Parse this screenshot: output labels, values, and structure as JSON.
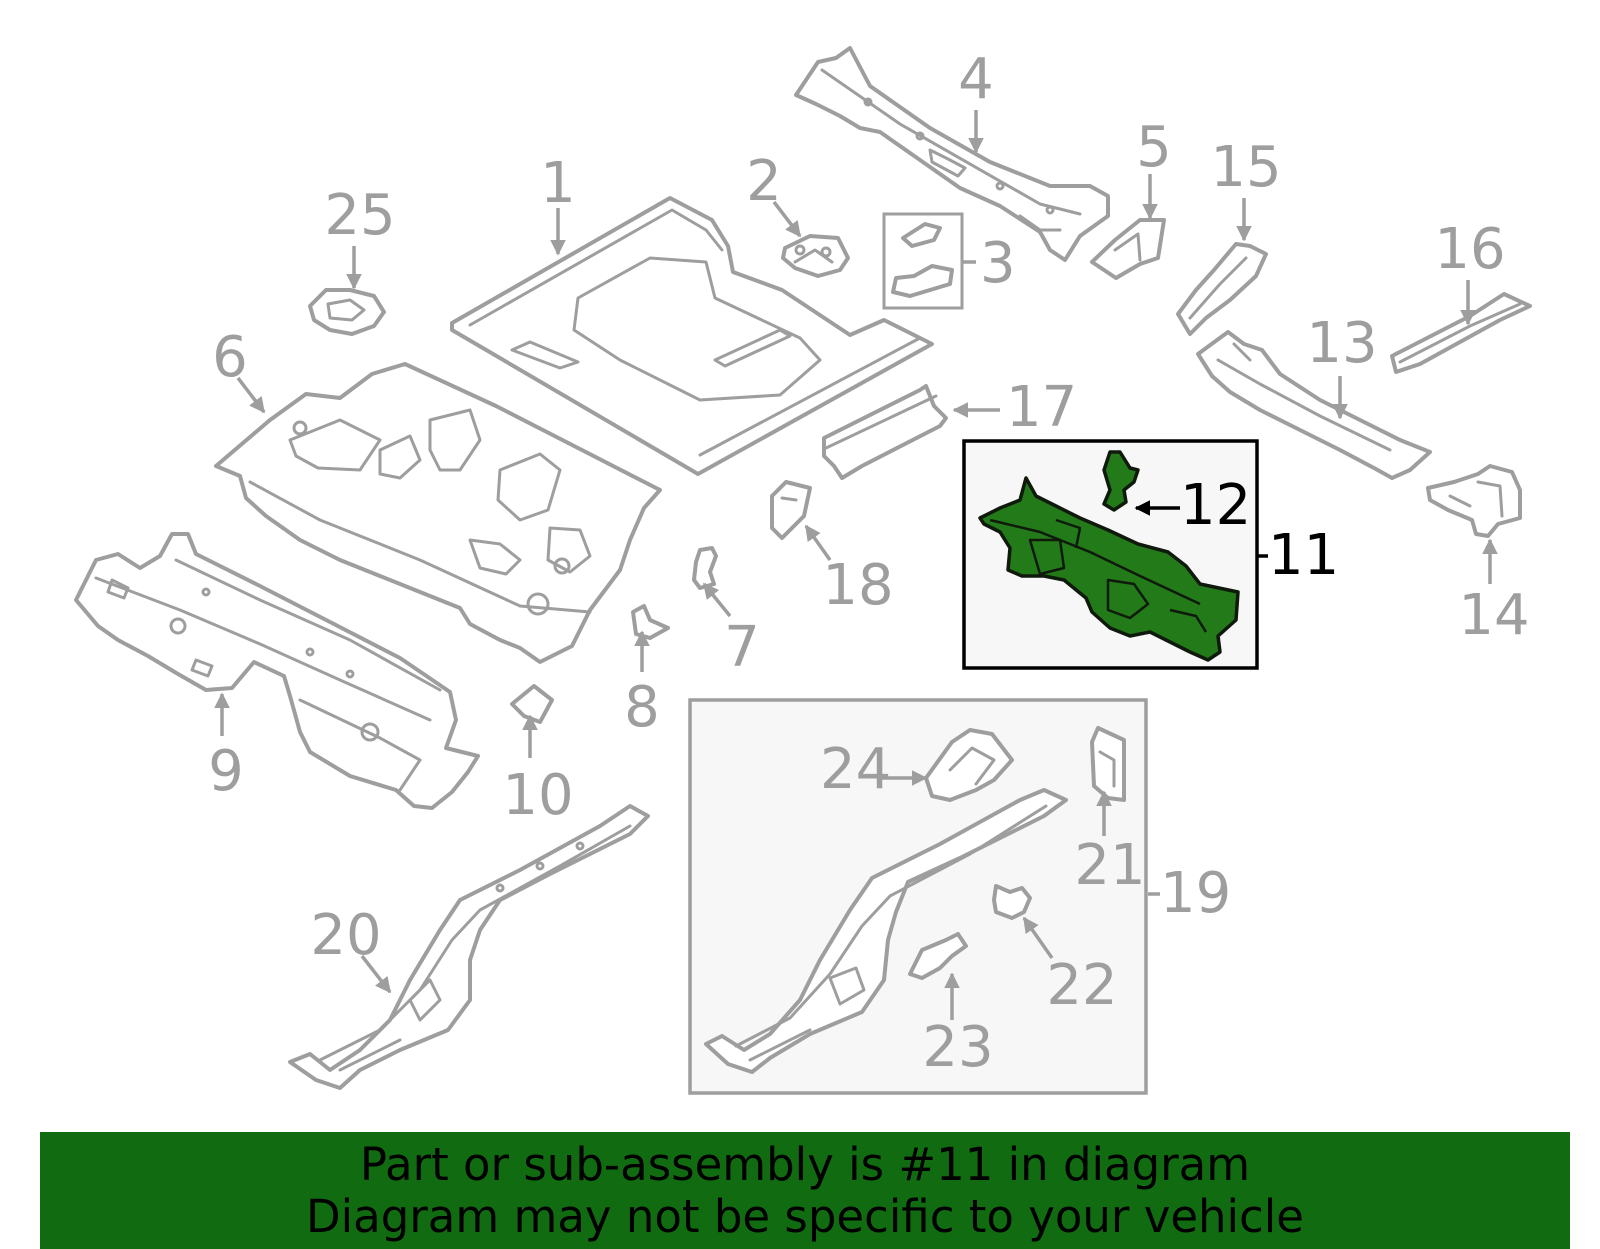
{
  "colors": {
    "line": "#9e9e9e",
    "highlight_fill": "#227a18",
    "highlight_label": "#000000",
    "banner_background": "#116b11",
    "banner_text": "#000000",
    "box_background": "#f7f7f7"
  },
  "highlighted_part": "11",
  "callouts": {
    "c1": "1",
    "c2": "2",
    "c3": "3",
    "c4": "4",
    "c5": "5",
    "c6": "6",
    "c7": "7",
    "c8": "8",
    "c9": "9",
    "c10": "10",
    "c11": "11",
    "c12": "12",
    "c13": "13",
    "c14": "14",
    "c15": "15",
    "c16": "16",
    "c17": "17",
    "c18": "18",
    "c19": "19",
    "c20": "20",
    "c21": "21",
    "c22": "22",
    "c23": "23",
    "c24": "24",
    "c25": "25"
  },
  "banner": {
    "line1": "Part or sub-assembly is #11 in diagram",
    "line2": "Diagram may not be specific to your vehicle"
  }
}
